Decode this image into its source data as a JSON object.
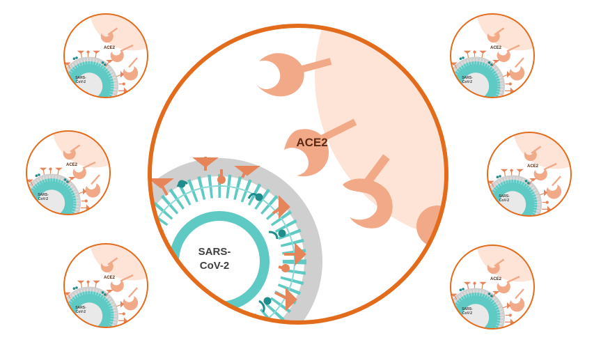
{
  "labels": {
    "receptor": "ACE2",
    "virus_line1": "SARS-",
    "virus_line2": "CoV-2"
  },
  "colors": {
    "ring": "#e26b1c",
    "cell": "#fde4d6",
    "receptor": "#f2a988",
    "virus_shell": "#cfcfcf",
    "virus_body": "#5fc9c4",
    "spike": "#e6855a",
    "protein_teal": "#1f8d8b"
  }
}
